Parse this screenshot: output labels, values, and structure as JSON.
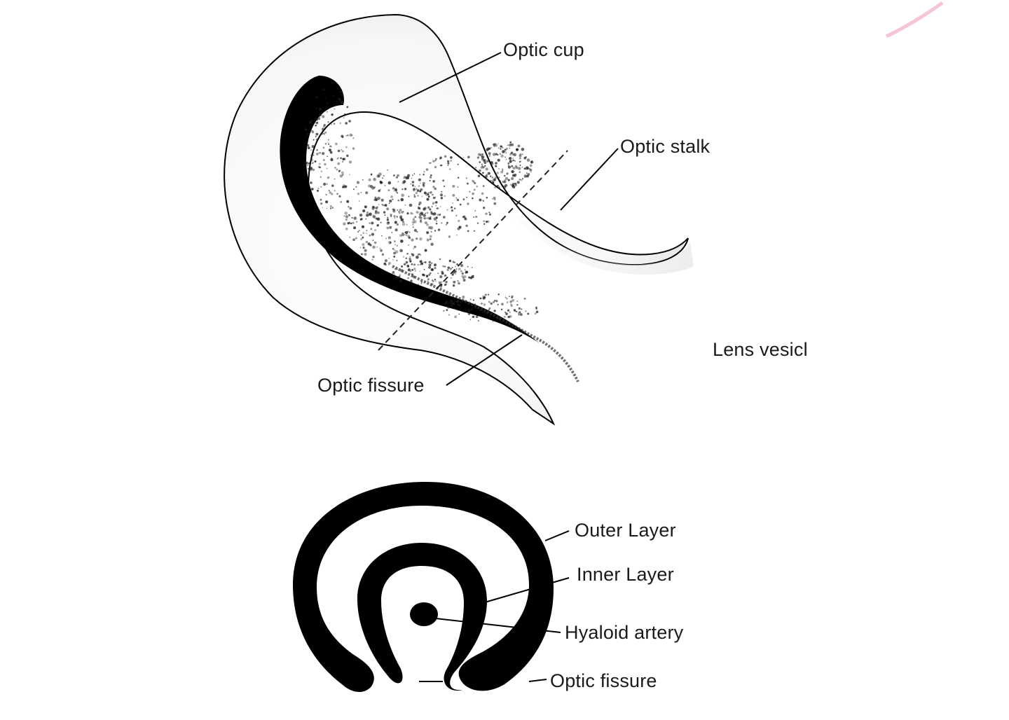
{
  "upper_figure": {
    "labels": {
      "optic_cup": "Optic cup",
      "optic_stalk": "Optic stalk",
      "lens_vesicle": "Lens vesicl",
      "optic_fissure": "Optic fissure"
    }
  },
  "lower_figure": {
    "labels": {
      "outer_layer": "Outer Layer",
      "inner_layer": "Inner Layer",
      "hyaloid_artery": "Hyaloid artery",
      "optic_fissure": "Optic fissure"
    }
  },
  "colors": {
    "ink": "#000000",
    "shade": "#ececec",
    "watermark": "#f2a9bf"
  }
}
